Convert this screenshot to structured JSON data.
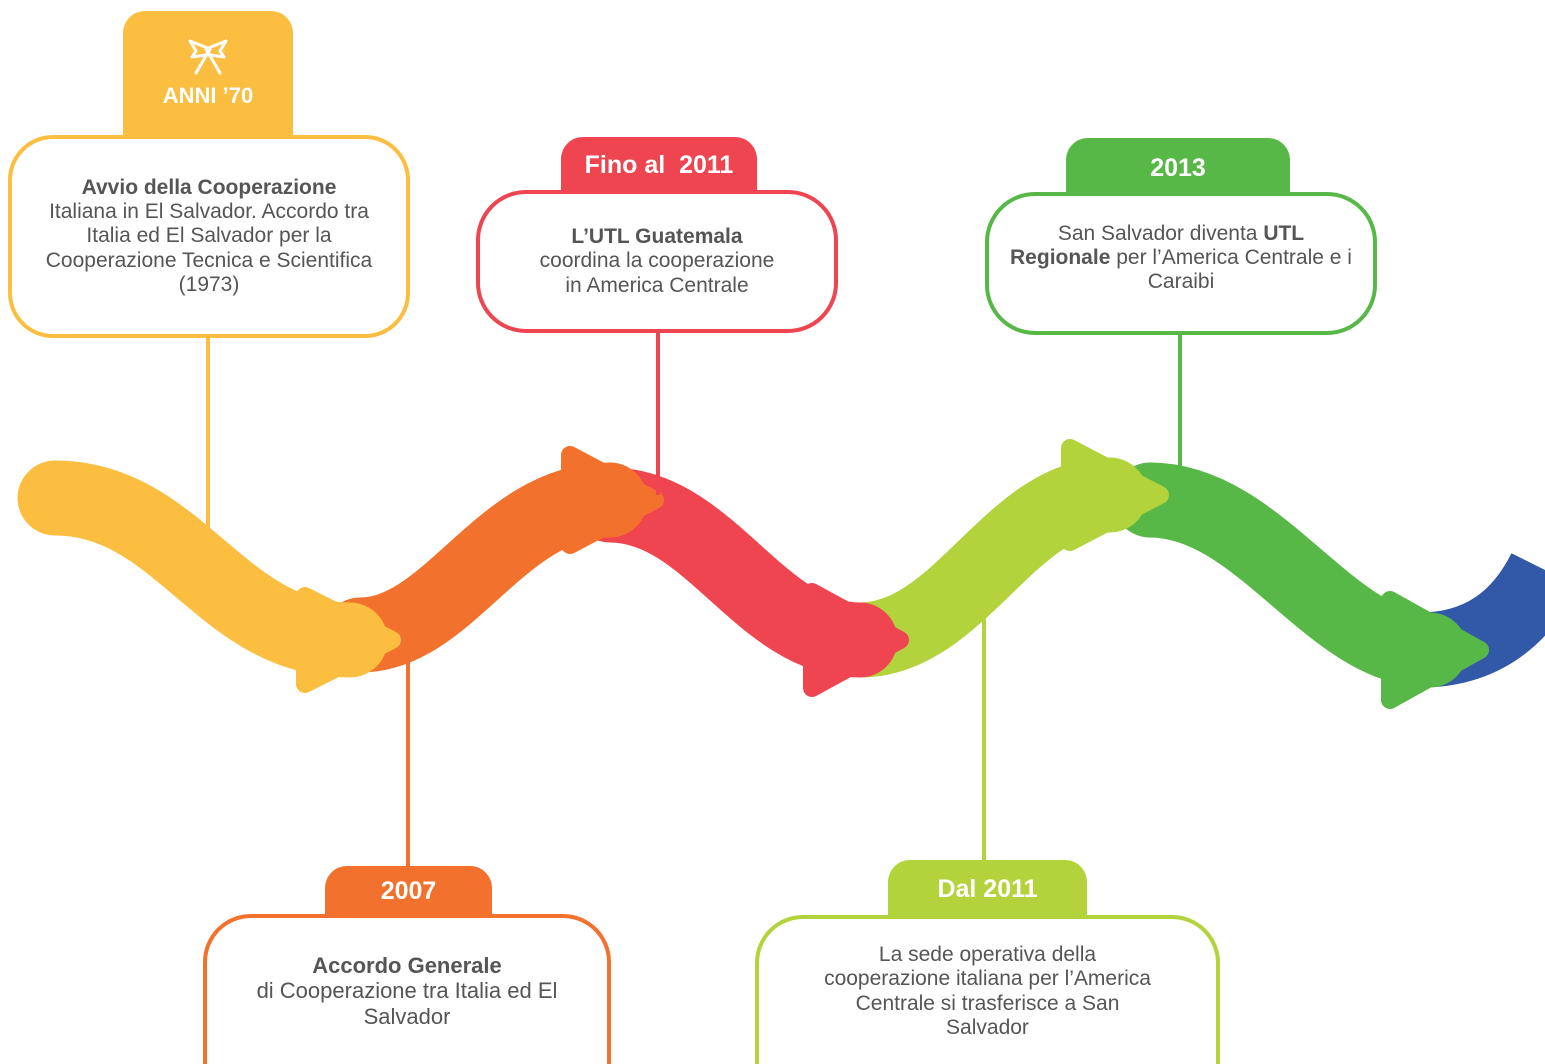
{
  "colors": {
    "yellow": "#FBBE41",
    "orange": "#F2712C",
    "red": "#EF4550",
    "lime": "#B3D33C",
    "green": "#58B847",
    "blue": "#3259A8",
    "text": "#555555"
  },
  "milestones": [
    {
      "tab": "ANNI ’70",
      "icon": "crossed-flags-icon",
      "bold": "Avvio della Cooperazione",
      "text": "Italiana in El Salvador. Accordo tra Italia ed El Salvador per la Cooperazione Tecnica e Scientifica (1973)"
    },
    {
      "tab": "2007",
      "bold": "Accordo Generale",
      "text": "di Cooperazione tra Italia ed El Salvador"
    },
    {
      "tab": "Fino al  2011",
      "bold": "L’UTL Guatemala",
      "text": "coordina la cooperazione in America Centrale"
    },
    {
      "tab": "Dal 2011",
      "text": "La sede operativa della cooperazione italiana per l’America Centrale si trasferisce a San Salvador"
    },
    {
      "tab": "2013",
      "pre": "San Salvador diventa ",
      "bold1": "UTL",
      "bold2": "Regionale",
      "post": " per l’America Centrale e i Caraibi"
    }
  ]
}
